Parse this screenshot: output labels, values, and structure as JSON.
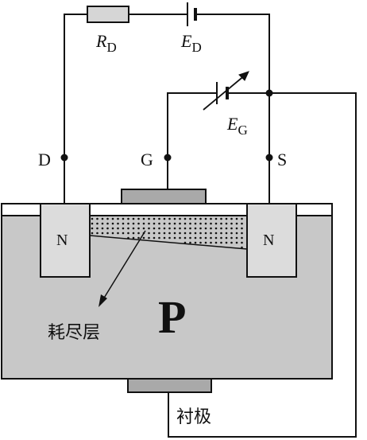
{
  "terminals": {
    "drain": "D",
    "gate": "G",
    "source": "S"
  },
  "components": {
    "drain_resistor": {
      "symbol": "R",
      "subscript": "D"
    },
    "drain_supply": {
      "symbol": "E",
      "subscript": "D"
    },
    "gate_supply": {
      "symbol": "E",
      "subscript": "G"
    }
  },
  "regions": {
    "substrate": "P",
    "drain_well": "N",
    "source_well": "N"
  },
  "annotations": {
    "depletion_layer": "耗尽层",
    "substrate_electrode": "衬极"
  },
  "colors": {
    "substrate_fill": "#c8c8c8",
    "well_fill": "#dcdcdc",
    "metal_fill": "#a9a9a9",
    "line": "#111111"
  }
}
